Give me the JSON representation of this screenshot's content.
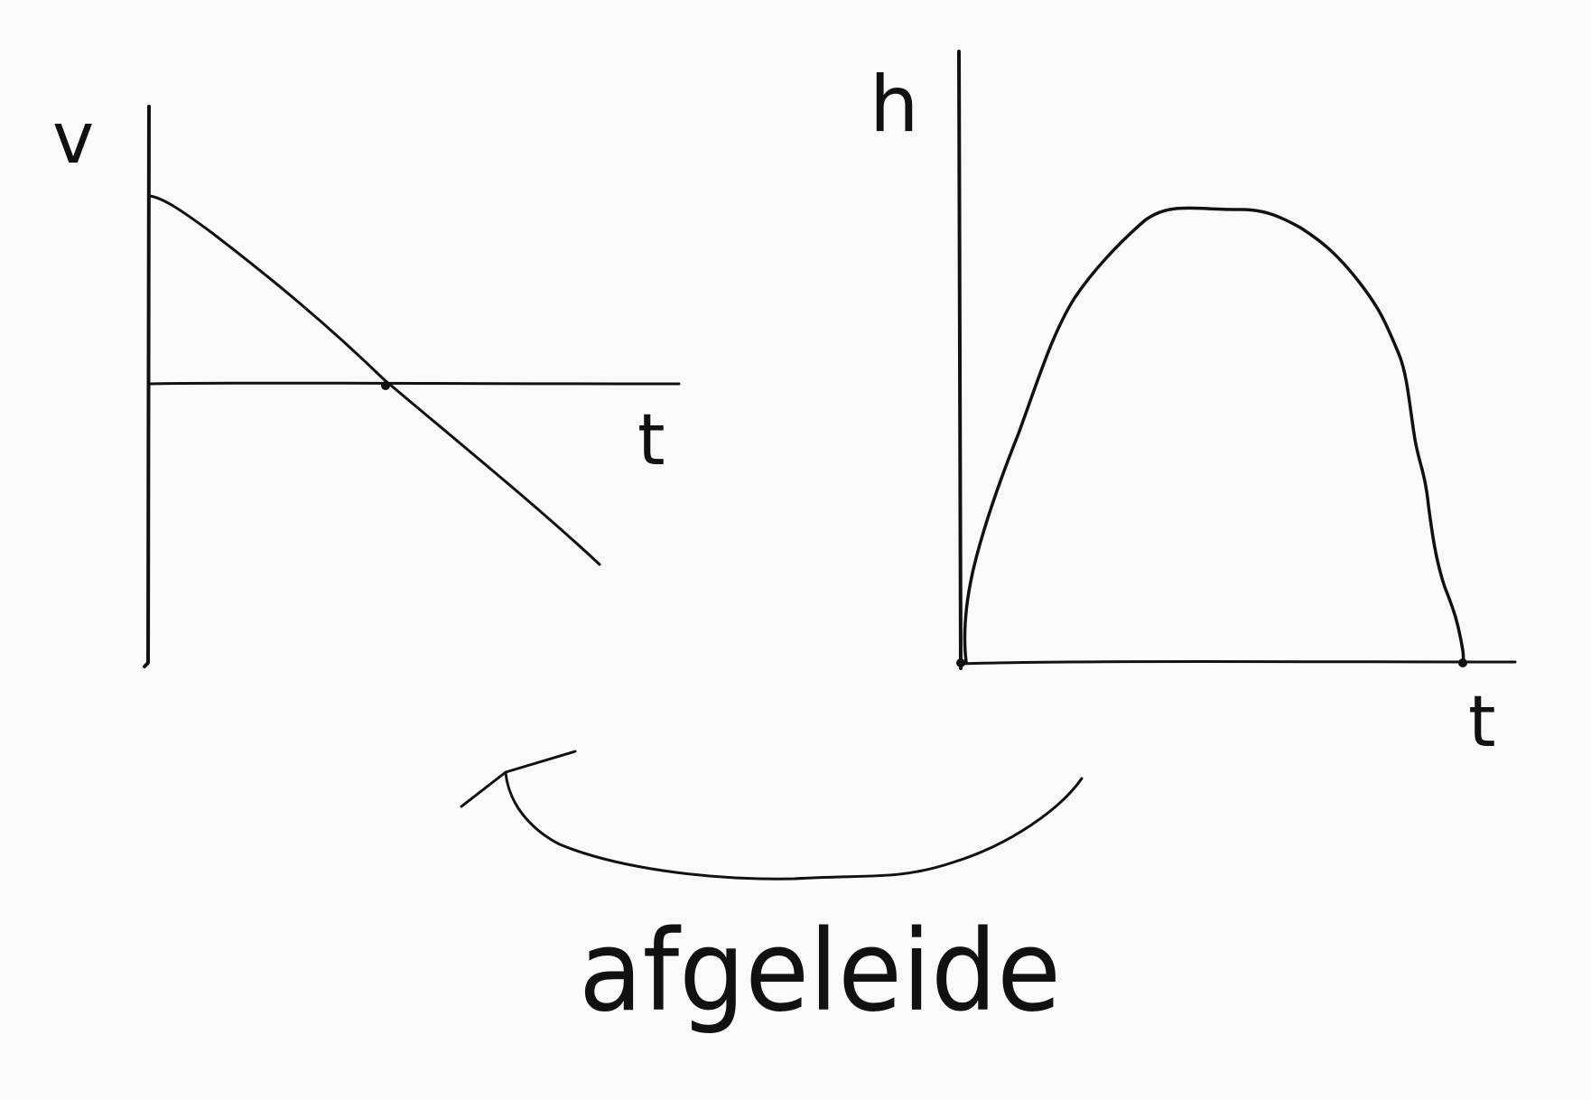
{
  "diagram": {
    "left_graph": {
      "y_axis_label": "v",
      "x_axis_label": "t"
    },
    "right_graph": {
      "y_axis_label": "h",
      "x_axis_label": "t"
    },
    "arrow_caption": "afgeleide",
    "ink_color": "#111111",
    "background_color": "#fafafa"
  }
}
